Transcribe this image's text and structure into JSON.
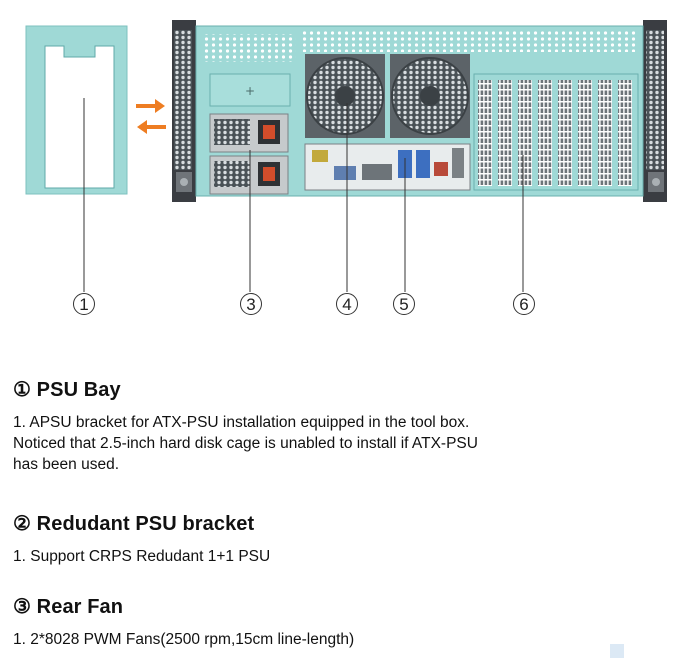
{
  "diagram": {
    "callouts": [
      {
        "id": "1",
        "label": "1"
      },
      {
        "id": "3",
        "label": "3"
      },
      {
        "id": "4",
        "label": "4"
      },
      {
        "id": "5",
        "label": "5"
      },
      {
        "id": "6",
        "label": "6"
      }
    ],
    "colors": {
      "chassis_teal": "#9fd9d6",
      "teal_dark": "#5fa9a8",
      "arrow_orange": "#ee7d22",
      "rail_dark": "#3a3d42"
    }
  },
  "sections": [
    {
      "title": "① PSU Bay",
      "lines": [
        "1. APSU bracket for ATX-PSU installation equipped in the tool box.",
        "Noticed that 2.5-inch hard disk cage is unabled to install if ATX-PSU",
        "has been used."
      ]
    },
    {
      "title": "② Redudant PSU bracket",
      "lines": [
        "1. Support CRPS Redudant 1+1 PSU"
      ]
    },
    {
      "title": "③ Rear Fan",
      "lines": [
        "1. 2*8028 PWM Fans(2500 rpm,15cm line-length)"
      ]
    }
  ]
}
